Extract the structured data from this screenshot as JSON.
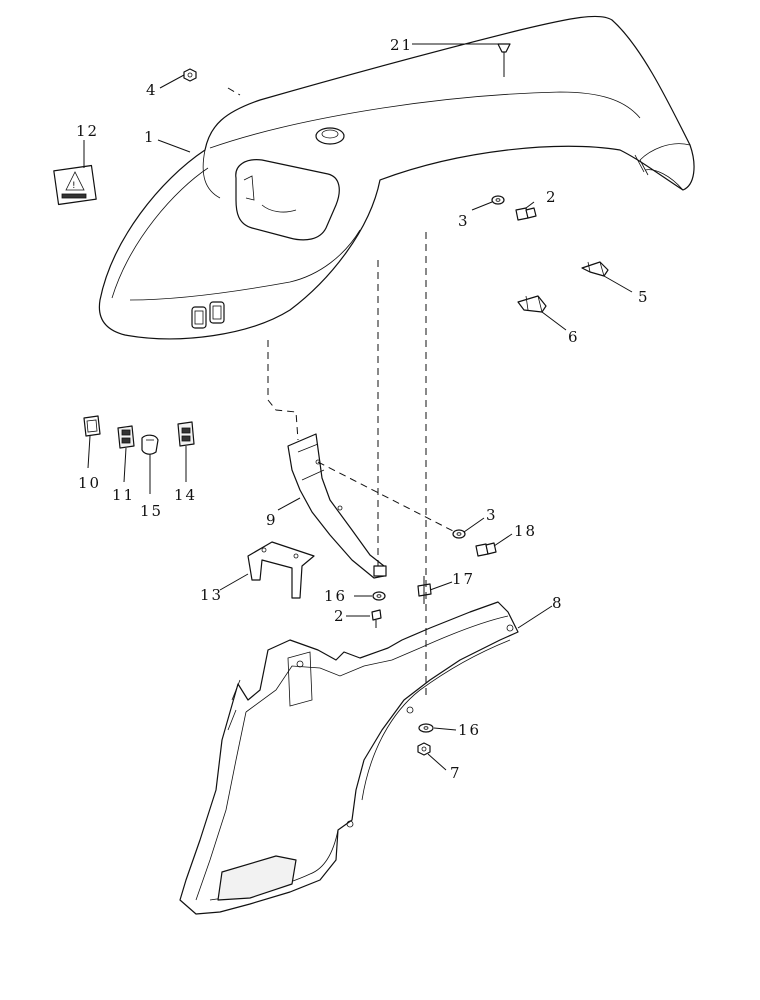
{
  "callouts": {
    "c1": "1",
    "c2a": "2",
    "c2b": "2",
    "c3a": "3",
    "c3b": "3",
    "c4": "4",
    "c5": "5",
    "c6": "6",
    "c7": "7",
    "c8": "8",
    "c9": "9",
    "c10": "10",
    "c11": "11",
    "c12": "12",
    "c13": "13",
    "c14": "14",
    "c15": "15",
    "c16a": "16",
    "c16b": "16",
    "c17": "17",
    "c18": "18",
    "c21": "21"
  }
}
